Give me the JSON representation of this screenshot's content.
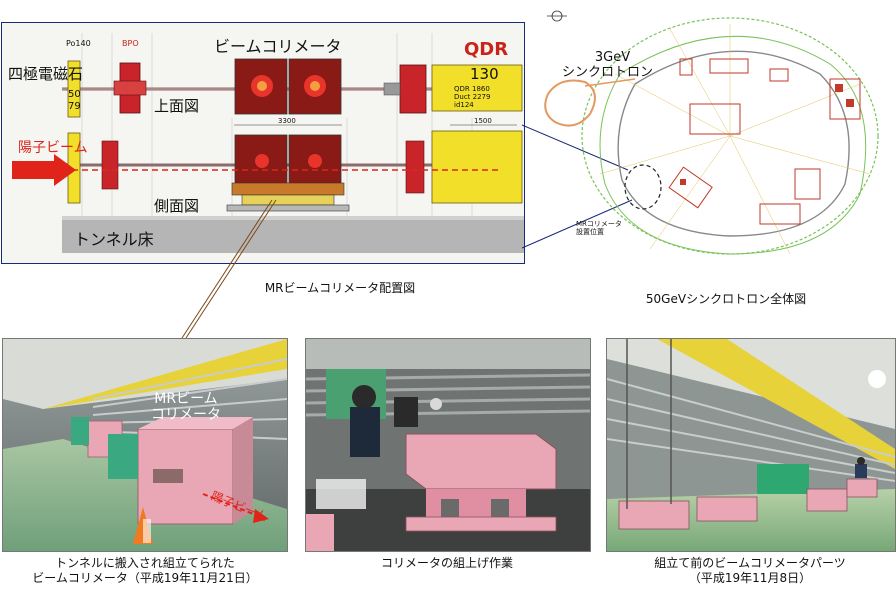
{
  "layout_diagram": {
    "top_title": "ビームコリメータ",
    "quad_magnet_label": "四極電磁石",
    "top_view_label": "上面図",
    "side_view_label": "側面図",
    "proton_beam_label": "陽子ビーム",
    "tunnel_floor_label": "トンネル床",
    "qdr_label": "QDR",
    "qdr_number": "130",
    "qdr_notes": [
      "QDR 1860",
      "Duct 2279",
      "id124"
    ],
    "left_notes": [
      "Po140",
      "BPO",
      "50",
      "79"
    ],
    "side_dimension": "3300",
    "right_dimension": "1500",
    "caption": "MRビームコリメータ配置図"
  },
  "synchrotron_map": {
    "booster_label_line1": "3GeV",
    "booster_label_line2": "シンクロトロン",
    "location_note_line1": "MRコリメータ",
    "location_note_line2": "設置位置",
    "caption": "50GeVシンクロトロン全体図"
  },
  "photos": [
    {
      "overlay_line1": "MRビーム",
      "overlay_line2": "コリメータ",
      "beam_overlay": "陽子ビーム",
      "caption_line1": "トンネルに搬入され組立てられた",
      "caption_line2": "ビームコリメータ（平成19年11月21日）"
    },
    {
      "caption_line1": "コリメータの組上げ作業",
      "caption_line2": ""
    },
    {
      "caption_line1": "組立て前のビームコリメータパーツ",
      "caption_line2": "（平成19年11月8日）"
    }
  ],
  "colors": {
    "frame": "#1a2a7a",
    "beam_red": "#e0241a",
    "collimator_pink": "#e9a7b5",
    "magnet_yellow": "#f2df2a",
    "collimator_core": "#8a1a16",
    "map_green": "#7ac25a",
    "map_red": "#c23a2a"
  }
}
